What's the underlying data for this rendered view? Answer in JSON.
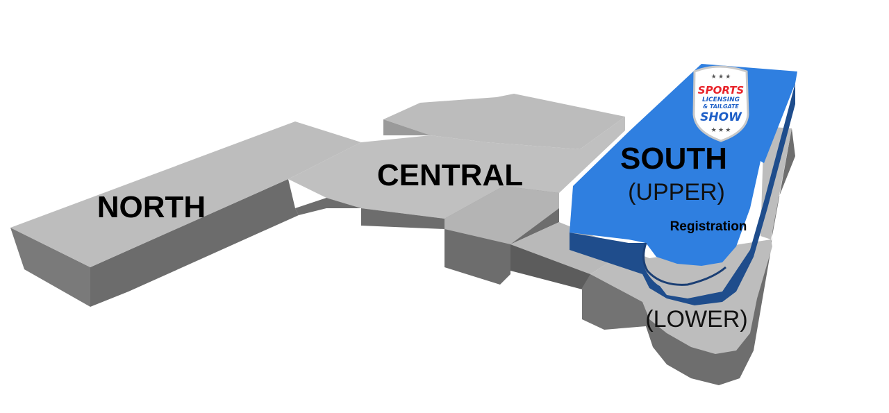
{
  "map": {
    "zones": {
      "north": {
        "label": "NORTH"
      },
      "central": {
        "label": "CENTRAL"
      },
      "south_upper": {
        "label": "SOUTH",
        "sublabel": "(UPPER)"
      },
      "south_lower": {
        "label": "(LOWER)"
      }
    },
    "registration_label": "Registration",
    "logo": {
      "line1": "SPORTS",
      "line2": "LICENSING",
      "line3": "& TAILGATE",
      "line4": "SHOW"
    },
    "colors": {
      "building_top": "#b9b9b9",
      "building_side": "#6f6f6f",
      "building_side_dark": "#5a5a5a",
      "highlight_top": "#2f7fe0",
      "highlight_side": "#1f4f8f",
      "logo_red": "#e8232a",
      "logo_blue": "#1e5fc7"
    }
  }
}
